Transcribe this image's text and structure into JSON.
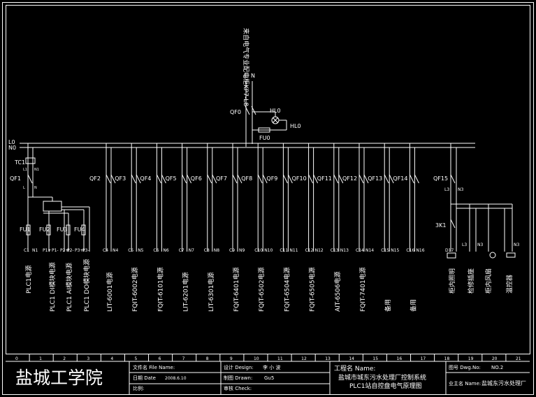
{
  "colors": {
    "background": "#000000",
    "line": "#ffffff"
  },
  "feeder": {
    "source": "来自电气专业配电柜KP7-L8",
    "l": "L",
    "n": "N"
  },
  "main_breaker": "QF0",
  "indicator": {
    "tag1": "HL0",
    "tag2": "HL0"
  },
  "main_fuse": "FU0",
  "buses": {
    "l": "L0",
    "n": "N0"
  },
  "transformer": {
    "tag": "TC1",
    "l1": "L1",
    "n1": "N1"
  },
  "plc_breaker": "QF1",
  "plc_labels": {
    "l": "L",
    "n": "N"
  },
  "fuses": [
    "FU1",
    "FU2",
    "FU3",
    "FU4"
  ],
  "plc_terminals": [
    "C1",
    "N1",
    "P1+",
    "P1-",
    "P2+",
    "P2-",
    "P3+",
    "P3-"
  ],
  "plc_circuits": [
    "PLC1电源",
    "PLC1 DI模块电源",
    "PLC1 AI模块电源",
    "PLC1 DO模块电源"
  ],
  "branches": [
    {
      "qf": "QF2",
      "t1": "C4",
      "t2": "N4",
      "desc": "LIT-6001电源"
    },
    {
      "qf": "QF3",
      "t1": "C5",
      "t2": "N5",
      "desc": "FQIT-6002电源"
    },
    {
      "qf": "QF4",
      "t1": "C6",
      "t2": "N6",
      "desc": "FQIT-6101电源"
    },
    {
      "qf": "QF5",
      "t1": "C7",
      "t2": "N7",
      "desc": "LIT-6201电源"
    },
    {
      "qf": "QF6",
      "t1": "C8",
      "t2": "N8",
      "desc": "LIT-6301电源"
    },
    {
      "qf": "QF7",
      "t1": "C9",
      "t2": "N9",
      "desc": "FQIT-6401电源"
    },
    {
      "qf": "QF8",
      "t1": "C10",
      "t2": "N10",
      "desc": "FQIT-6502电源"
    },
    {
      "qf": "QF9",
      "t1": "C11",
      "t2": "N11",
      "desc": "FQIT-6504电源"
    },
    {
      "qf": "QF10",
      "t1": "C12",
      "t2": "N12",
      "desc": "FQIT-6505电源"
    },
    {
      "qf": "QF11",
      "t1": "C13",
      "t2": "N13",
      "desc": "AIT-6506电源"
    },
    {
      "qf": "QF12",
      "t1": "C14",
      "t2": "N14",
      "desc": "FQIT-7401电源"
    },
    {
      "qf": "QF13",
      "t1": "C15",
      "t2": "N15",
      "desc": "备用"
    },
    {
      "qf": "QF14",
      "t1": "C16",
      "t2": "N16",
      "desc": "备用"
    }
  ],
  "cabinet": {
    "qf": "QF15",
    "l3": "L3",
    "n3": "N3",
    "ka": "3K1",
    "terminals": [
      "D17",
      "L3",
      "N3",
      "N3"
    ],
    "circuits": [
      "柜内照明",
      "检修插座",
      "柜内风扇",
      "温控器"
    ]
  },
  "grid_numbers": [
    "0",
    "1",
    "2",
    "3",
    "4",
    "5",
    "6",
    "7",
    "8",
    "9",
    "10",
    "11",
    "12",
    "13",
    "14",
    "15",
    "16",
    "17",
    "18",
    "19",
    "20",
    "21"
  ],
  "title_block": {
    "school": "盐城工学院",
    "file_name_label": "文件名 File Name:",
    "date_label": "日期 Date",
    "date_value": "2008.6.10",
    "scale_label": "比例:",
    "design_label": "设计 Design:",
    "design_value": "李 小 波",
    "drawn_label": "制图 Drawn:",
    "drawn_value": "Gu5",
    "check_label": "审核 Check:",
    "project_label": "工程名 Name:",
    "project_line1": "盐城市城东污水处理厂控制系统",
    "project_line2": "PLC1站自控盘电气原理图",
    "drawing_no_label": "图号 Dwg.No:",
    "drawing_no_value": "NO.2",
    "owner_label": "业主名 Name:",
    "owner_value": "盐城东污水处理厂"
  }
}
